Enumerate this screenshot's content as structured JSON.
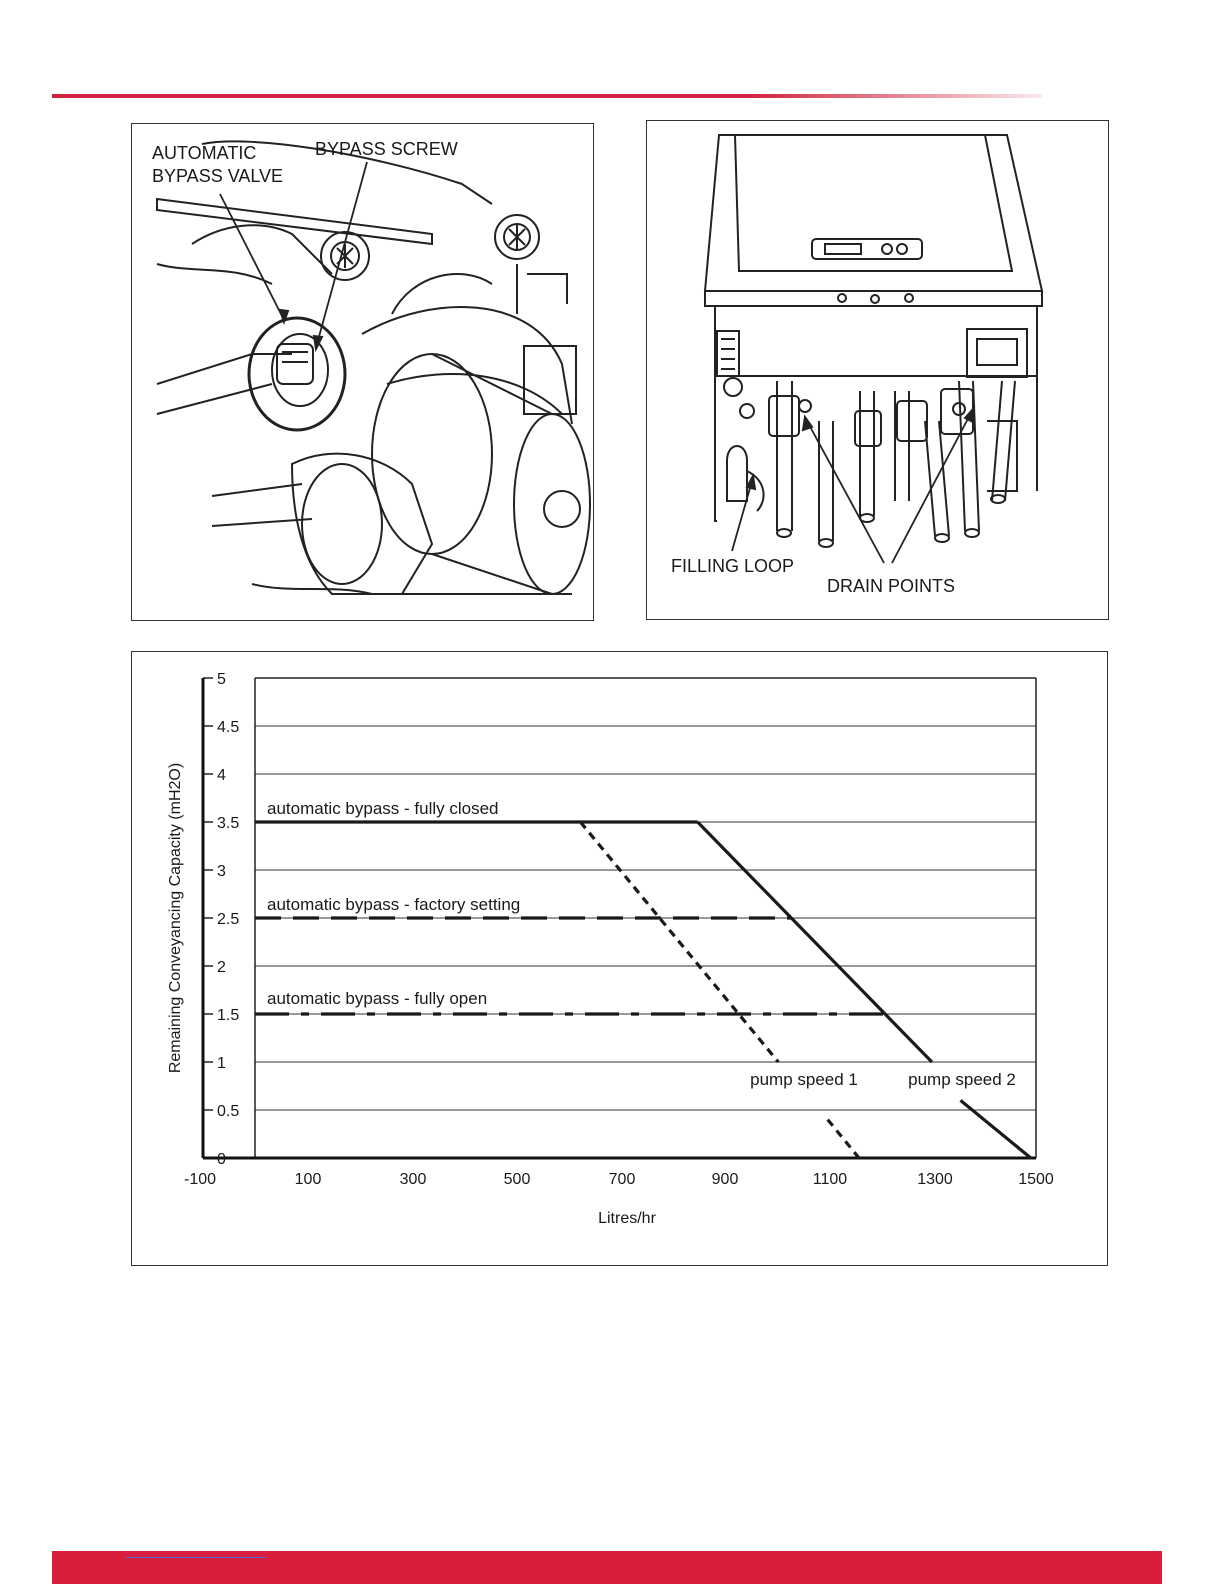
{
  "figure_bypass": {
    "label_valve": "AUTOMATIC\nBYPASS VALVE",
    "label_screw": "BYPASS SCREW"
  },
  "figure_boiler": {
    "label_filling": "FILLING LOOP",
    "label_drain": "DRAIN POINTS"
  },
  "chart_data": {
    "type": "line",
    "xlabel": "Litres/hr",
    "ylabel": "Remaining Conveyancing Capacity (mH2O)",
    "xlim": [
      -100,
      1500
    ],
    "ylim": [
      0,
      5
    ],
    "x_ticks": [
      "-100",
      "100",
      "300",
      "500",
      "700",
      "900",
      "1100",
      "1300",
      "1500"
    ],
    "y_ticks": [
      "0",
      "0.5",
      "1",
      "1.5",
      "2",
      "2.5",
      "3",
      "3.5",
      "4",
      "4.5",
      "5"
    ],
    "grid": true,
    "series": [
      {
        "name": "automatic bypass - fully closed",
        "style": "solid",
        "points": [
          [
            0,
            3.5
          ],
          [
            850,
            3.5
          ]
        ]
      },
      {
        "name": "automatic bypass - factory setting",
        "style": "dashed",
        "points": [
          [
            0,
            2.5
          ],
          [
            1030,
            2.5
          ]
        ]
      },
      {
        "name": "automatic bypass - fully open",
        "style": "dash-dot",
        "points": [
          [
            0,
            1.5
          ],
          [
            1215,
            1.5
          ]
        ]
      },
      {
        "name": "pump speed 1",
        "style": "dotted",
        "points": [
          [
            625,
            3.5
          ],
          [
            1005,
            1.0
          ]
        ],
        "points2": [
          [
            1100,
            0.4
          ],
          [
            1160,
            0.0
          ]
        ]
      },
      {
        "name": "pump speed 2",
        "style": "solid",
        "points": [
          [
            850,
            3.5
          ],
          [
            1300,
            1.0
          ]
        ],
        "points2": [
          [
            1355,
            0.6
          ],
          [
            1490,
            0.0
          ]
        ]
      }
    ]
  }
}
